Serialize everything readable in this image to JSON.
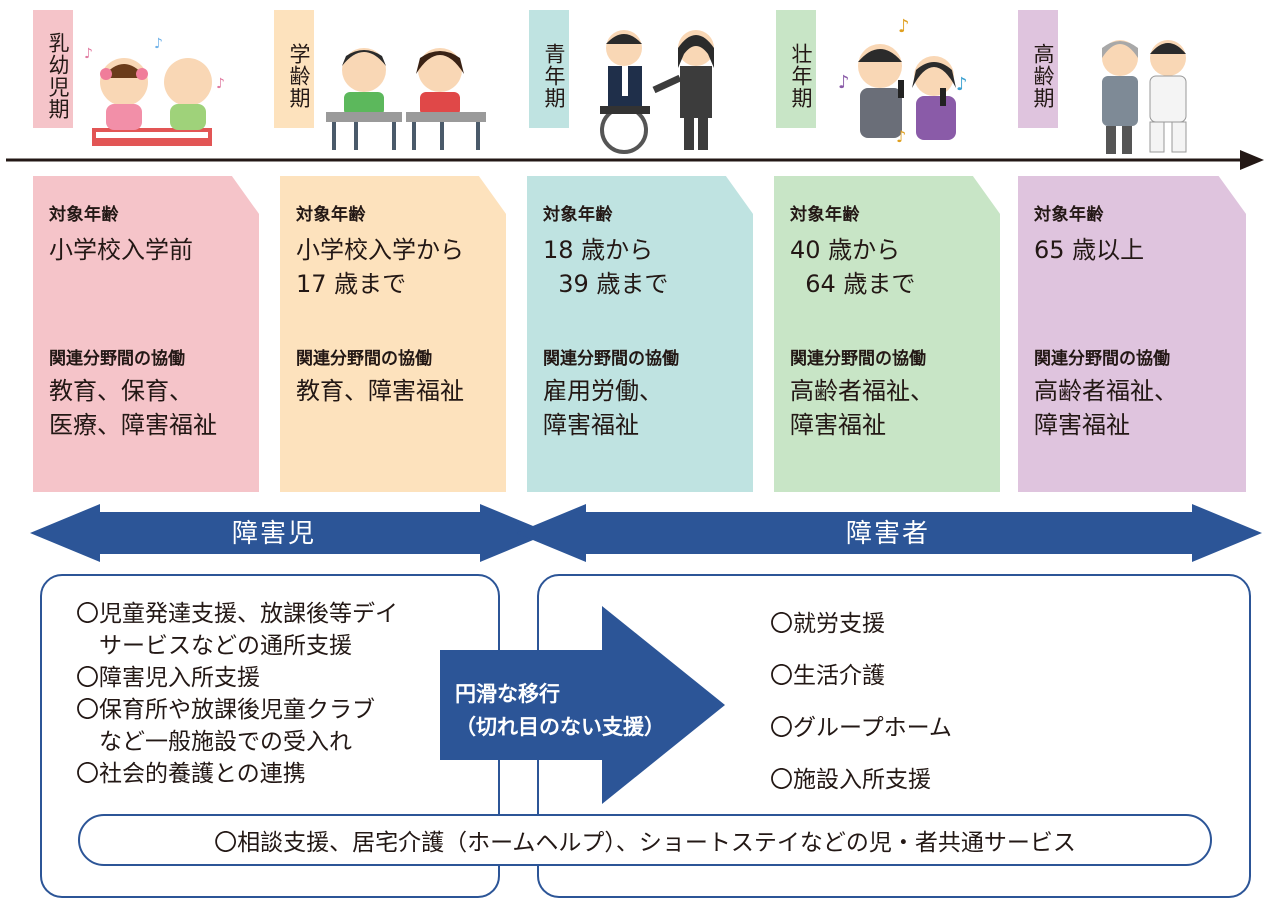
{
  "stages": [
    {
      "label": "乳幼児期",
      "age_heading": "対象年齢",
      "age": "小学校入学前",
      "collab_heading": "関連分野間の協働",
      "collab": "教育、保育、\n医療、障害福祉"
    },
    {
      "label": "学齢期",
      "age_heading": "対象年齢",
      "age": "小学校入学から\n17 歳まで",
      "collab_heading": "関連分野間の協働",
      "collab": "教育、障害福祉"
    },
    {
      "label": "青年期",
      "age_heading": "対象年齢",
      "age": "18 歳から\n  39 歳まで",
      "collab_heading": "関連分野間の協働",
      "collab": "雇用労働、\n障害福祉"
    },
    {
      "label": "壮年期",
      "age_heading": "対象年齢",
      "age": "40 歳から\n  64 歳まで",
      "collab_heading": "関連分野間の協働",
      "collab": "高齢者福祉、\n障害福祉"
    },
    {
      "label": "高齢期",
      "age_heading": "対象年齢",
      "age": "65 歳以上",
      "collab_heading": "関連分野間の協働",
      "collab": "高齢者福祉、\n障害福祉"
    }
  ],
  "bands": {
    "children": "障害児",
    "adults": "障害者"
  },
  "child_services": "〇児童発達支援、放課後等デイ\n　サービスなどの通所支援\n〇障害児入所支援\n〇保育所や放課後児童クラブ\n　など一般施設での受入れ\n〇社会的養護との連携",
  "transition": "円滑な移行\n（切れ目のない支援）",
  "adult_services": [
    "〇就労支援",
    "〇生活介護",
    "〇グループホーム",
    "〇施設入所支援"
  ],
  "common_services": "〇相談支援、居宅介護（ホームヘルプ）、ショートステイなどの児・者共通サービス",
  "colors": {
    "infant": "#f5c4c9",
    "school": "#fde2bd",
    "youth": "#bfe3e1",
    "adult": "#c8e5c6",
    "elder": "#dfc4de",
    "arrow": "#2c5597",
    "timeline": "#231815"
  }
}
